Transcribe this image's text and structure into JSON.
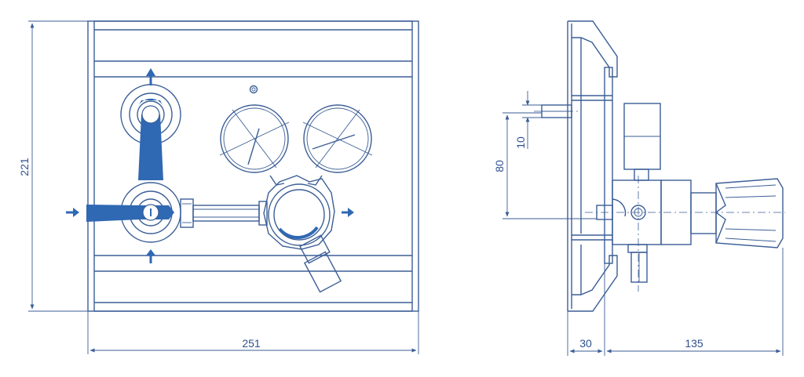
{
  "dimensions": {
    "height_front": "221",
    "width_front": "251",
    "height_side": "80",
    "small_side": "10",
    "depth_panel": "30",
    "depth_regulator": "135"
  },
  "colors": {
    "line": "#3b5e96",
    "accent": "#2f68b3",
    "background": "#ffffff"
  }
}
